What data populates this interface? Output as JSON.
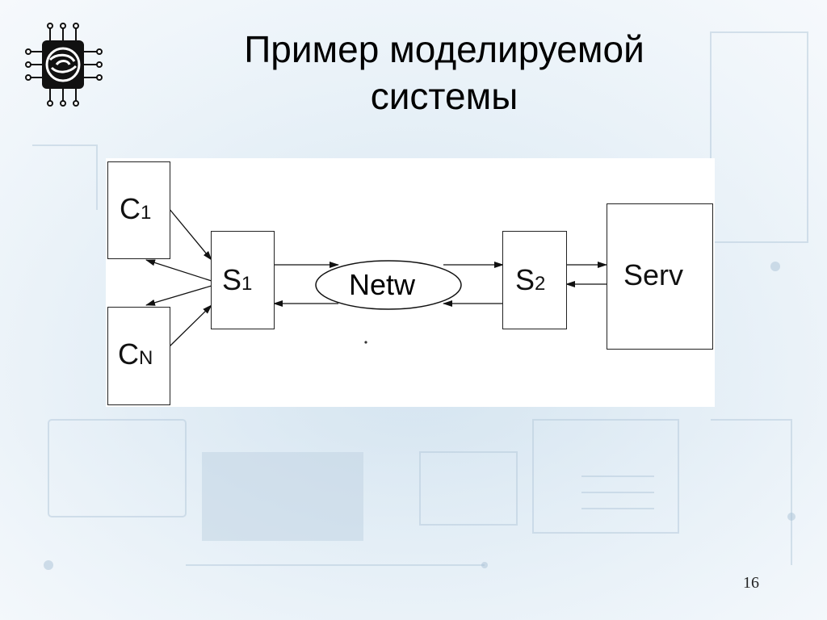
{
  "slide": {
    "title_line1": "Пример моделируемой",
    "title_line2": "системы",
    "page_number": "16"
  },
  "diagram": {
    "c1": {
      "main": "C",
      "sub": "1"
    },
    "cn": {
      "main": "C",
      "sub": "N"
    },
    "s1": {
      "main": "S",
      "sub": "1"
    },
    "s2": {
      "main": "S",
      "sub": "2"
    },
    "netw": "Netw",
    "serv": "Serv"
  },
  "logo": {
    "icon": "chip-logo-icon"
  }
}
